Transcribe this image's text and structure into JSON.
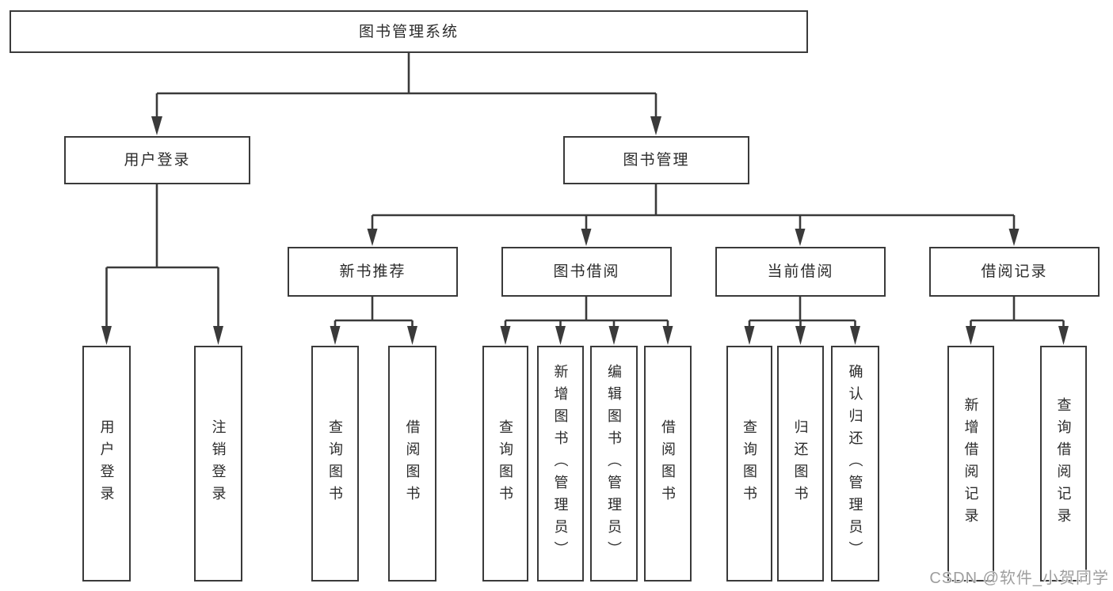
{
  "colors": {
    "line": "#3a3a3a",
    "text": "#2b2b2b",
    "watermark_gray": "#9e9e9e",
    "background": "#ffffff"
  },
  "nodes": {
    "root": "图书管理系统",
    "user_login": "用户登录",
    "book_mgmt": "图书管理",
    "new_books": "新书推荐",
    "book_borrow": "图书借阅",
    "current_borrow": "当前借阅",
    "borrow_records": "借阅记录",
    "leaf_user_login": "用户登录",
    "leaf_logout": "注销登录",
    "leaf_nb_query": "查询图书",
    "leaf_nb_borrow": "借阅图书",
    "leaf_bb_query": "查询图书",
    "leaf_bb_add": "新增图书（管理员）",
    "leaf_bb_edit": "编辑图书（管理员）",
    "leaf_bb_borrow": "借阅图书",
    "leaf_cb_query": "查询图书",
    "leaf_cb_return": "归还图书",
    "leaf_cb_confirm": "确认归还（管理员）",
    "leaf_br_add": "新增借阅记录",
    "leaf_br_query": "查询借阅记录"
  },
  "watermark": "CSDN @软件_小贺同学"
}
